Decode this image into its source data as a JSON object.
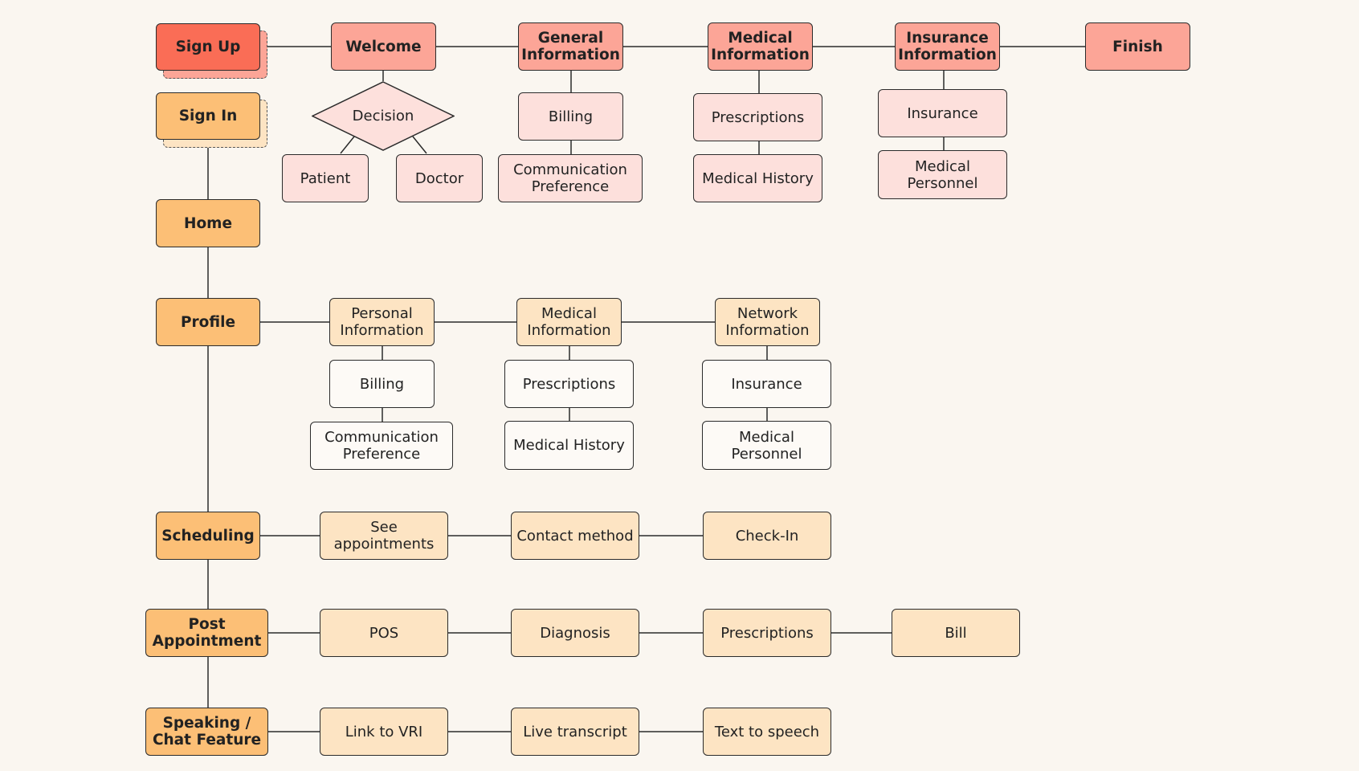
{
  "colors": {
    "red": "#fa6d56",
    "salmon": "#fca597",
    "pink": "#fde0dc",
    "orange": "#fcbf76",
    "peach": "#fde4c3",
    "white": "#fdfaf6",
    "background": "#faf6f0",
    "line": "#2b2b2b"
  },
  "onboarding": {
    "sign_up": "Sign Up",
    "welcome": "Welcome",
    "general_information": "General\nInformation",
    "medical_information": "Medical\nInformation",
    "insurance_information": "Insurance\nInformation",
    "finish": "Finish",
    "decision": "Decision",
    "patient": "Patient",
    "doctor": "Doctor",
    "billing": "Billing",
    "communication_preference": "Communication\nPreference",
    "prescriptions": "Prescriptions",
    "medical_history": "Medical History",
    "insurance": "Insurance",
    "medical_personnel": "Medical\nPersonnel"
  },
  "main_flow": {
    "sign_in": "Sign In",
    "home": "Home",
    "profile": "Profile",
    "scheduling": "Scheduling",
    "post_appointment": "Post\nAppointment",
    "speaking_chat": "Speaking /\nChat Feature"
  },
  "profile": {
    "personal_information": "Personal\nInformation",
    "medical_information": "Medical\nInformation",
    "network_information": "Network\nInformation",
    "billing": "Billing",
    "communication_preference": "Communication\nPreference",
    "prescriptions": "Prescriptions",
    "medical_history": "Medical History",
    "insurance": "Insurance",
    "medical_personnel": "Medical\nPersonnel"
  },
  "scheduling": {
    "see_appointments": "See\nappointments",
    "contact_method": "Contact method",
    "check_in": "Check-In"
  },
  "post_appointment": {
    "pos": "POS",
    "diagnosis": "Diagnosis",
    "prescriptions": "Prescriptions",
    "bill": "Bill"
  },
  "speaking": {
    "link_to_vri": "Link to VRI",
    "live_transcript": "Live transcript",
    "text_to_speech": "Text to speech"
  }
}
